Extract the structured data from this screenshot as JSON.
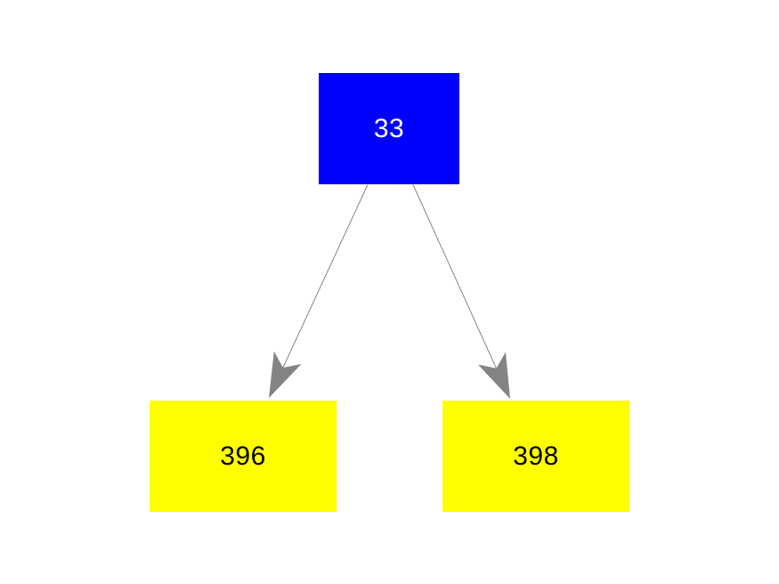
{
  "canvas": {
    "background_color": "#ffffff"
  },
  "graph": {
    "type": "tree",
    "direction": "top-down",
    "nodes": [
      {
        "id": "root",
        "label": "33",
        "shape": "box",
        "color": "#0000ff",
        "text_color": "#ffffff"
      },
      {
        "id": "child-left",
        "label": "396",
        "shape": "box",
        "color": "#ffff00",
        "text_color": "#000000"
      },
      {
        "id": "child-right",
        "label": "398",
        "shape": "box",
        "color": "#ffff00",
        "text_color": "#000000"
      }
    ],
    "edges": [
      {
        "from": "33",
        "to": "396",
        "arrow": "vee"
      },
      {
        "from": "33",
        "to": "398",
        "arrow": "vee"
      }
    ],
    "edge_color": "#848484"
  }
}
